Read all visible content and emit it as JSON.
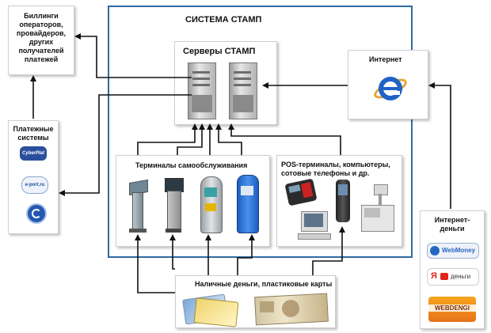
{
  "system_title": "СИСТЕМА СТАМП",
  "servers_title": "Серверы СТАМП",
  "billing": {
    "lines": [
      "Биллинги",
      "операторов,",
      "провайдеров,",
      "других",
      "получателей",
      "платежей"
    ]
  },
  "payment_systems": {
    "title_lines": [
      "Платежные",
      "системы"
    ],
    "logos": [
      "CyberPlat",
      "e-port.ru"
    ]
  },
  "internet_title": "Интернет",
  "terminals_title": "Терминалы самообслуживания",
  "pos": {
    "lines": [
      "POS-терминалы, компьютеры,",
      "сотовые телефоны и др."
    ]
  },
  "internet_money": {
    "title_lines": [
      "Интернет-",
      "деньги"
    ],
    "logos": [
      "WebMoney",
      "Я",
      "деньги",
      "WEBDENGI"
    ]
  },
  "cash_title": "Наличные деньги, пластиковые карты",
  "colors": {
    "frame": "#2f6aa0",
    "arrow": "#111111",
    "ie_blue": "#1f63c6"
  }
}
